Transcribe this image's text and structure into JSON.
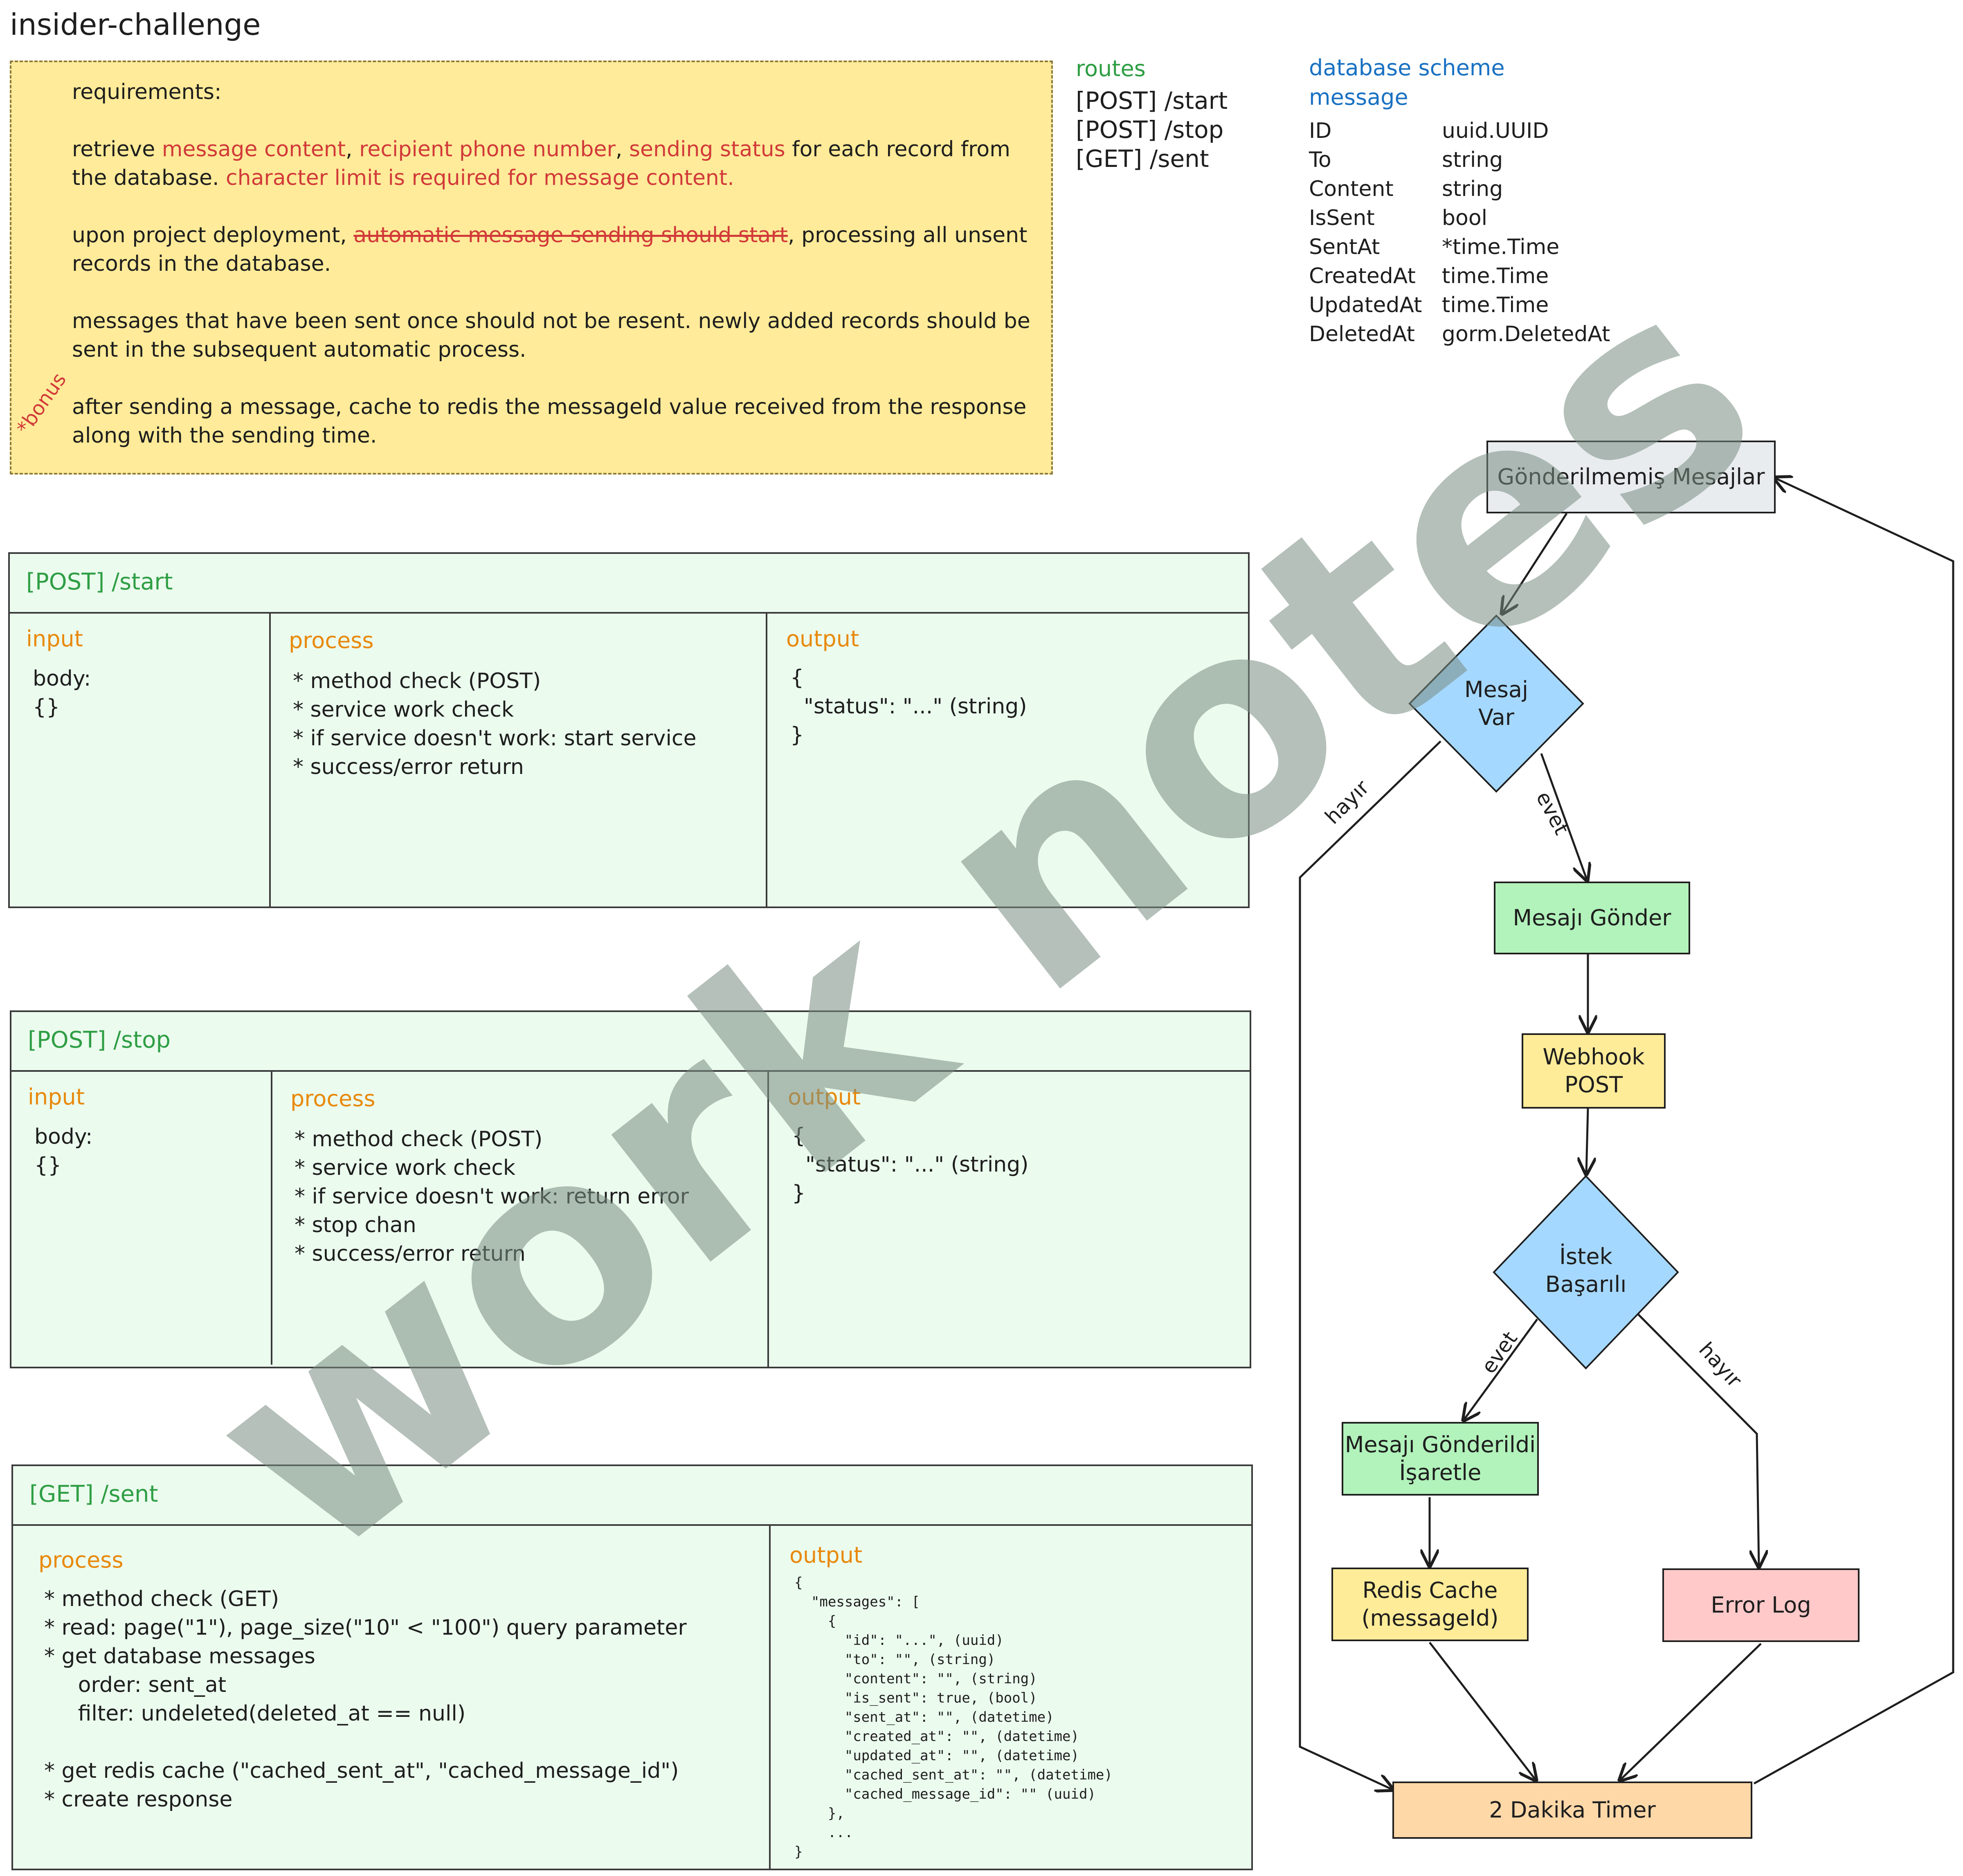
{
  "title": "insider-challenge",
  "requirements": {
    "heading": "requirements:",
    "p1_a": "retrieve ",
    "p1_b": "message content",
    "p1_c": ", ",
    "p1_d": "recipient phone number",
    "p1_e": ", ",
    "p1_f": "sending status",
    "p1_g": " for each record from the database. ",
    "p1_h": "character limit is required for message content.",
    "p2_a": "upon project deployment, ",
    "p2_b": "automatic message sending should start",
    "p2_c": ", processing all unsent records in the database.",
    "p3": "messages that have been sent once should not be resent. newly added records should be sent in the subsequent automatic process.",
    "p4": "after sending a message, cache to redis the messageId value received from the response along with the sending time.",
    "bonus": "*bonus"
  },
  "routes": {
    "heading": "routes",
    "items": [
      "[POST] /start",
      "[POST] /stop",
      "[GET] /sent"
    ]
  },
  "database": {
    "heading": "database scheme",
    "table": "message",
    "fields": [
      {
        "name": "ID",
        "type": "uuid.UUID"
      },
      {
        "name": "To",
        "type": "string"
      },
      {
        "name": "Content",
        "type": "string"
      },
      {
        "name": "IsSent",
        "type": "bool"
      },
      {
        "name": "SentAt",
        "type": "*time.Time"
      },
      {
        "name": "CreatedAt",
        "type": "time.Time"
      },
      {
        "name": "UpdatedAt",
        "type": "time.Time"
      },
      {
        "name": "DeletedAt",
        "type": "gorm.DeletedAt"
      }
    ]
  },
  "start_panel": {
    "title": "[POST] /start",
    "input_h": "input",
    "input": "body:\n{}",
    "process_h": "process",
    "process": "* method check (POST)\n* service work check\n* if service doesn't work: start service\n* success/error return",
    "output_h": "output",
    "output": "{\n  \"status\": \"...\" (string)\n}"
  },
  "stop_panel": {
    "title": "[POST] /stop",
    "input_h": "input",
    "input": "body:\n{}",
    "process_h": "process",
    "process": "* method check (POST)\n* service work check\n* if service doesn't work: return error\n* stop chan\n* success/error return",
    "output_h": "output",
    "output": "{\n  \"status\": \"...\" (string)\n}"
  },
  "sent_panel": {
    "title": "[GET] /sent",
    "process_h": "process",
    "process": "* method check (GET)\n* read: page(\"1\"), page_size(\"10\" < \"100\") query parameter\n* get database messages\n     order: sent_at\n     filter: undeleted(deleted_at == null)\n\n* get redis cache (\"cached_sent_at\", \"cached_message_id\")\n* create response",
    "output_h": "output",
    "output": "{\n  \"messages\": [\n    {\n      \"id\": \"...\", (uuid)\n      \"to\": \"\", (string)\n      \"content\": \"\", (string)\n      \"is_sent\": true, (bool)\n      \"sent_at\": \"\", (datetime)\n      \"created_at\": \"\", (datetime)\n      \"updated_at\": \"\", (datetime)\n      \"cached_sent_at\": \"\", (datetime)\n      \"cached_message_id\": \"\" (uuid)\n    },\n    ...\n}"
  },
  "flow": {
    "unsent": "Gönderilmemiş Mesajlar",
    "has_message": "Mesaj\nVar",
    "send": "Mesajı Gönder",
    "webhook": "Webhook\nPOST",
    "success": "İstek\nBaşarılı",
    "mark_sent": "Mesajı Gönderildi\nİşaretle",
    "redis": "Redis Cache\n(messageId)",
    "error_log": "Error Log",
    "timer": "2 Dakika Timer",
    "yes": "evet",
    "no": "hayır"
  },
  "colors": {
    "yellow_note": "#ffeb99",
    "panel_green": "#ebfbee",
    "blue_diamond": "#a5d8ff",
    "green_node": "#b2f2bb",
    "yellow_node": "#ffec99",
    "red_node": "#ffc9c9",
    "orange_node": "#ffd8a8",
    "gray_node": "#e9ecef"
  },
  "watermark": "work notes"
}
